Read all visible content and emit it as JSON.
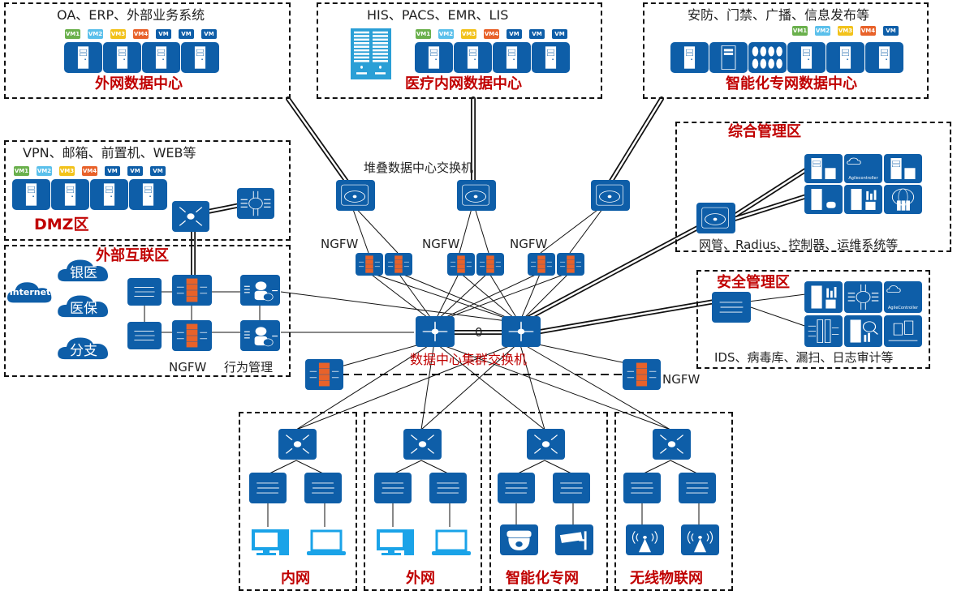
{
  "title": "医院网络整体架构拓扑",
  "colors": {
    "device_blue": "#0e5ea8",
    "zone_label_red": "#c00000",
    "firewall_orange": "#e8622a",
    "vm1": "#6ab04c",
    "vm2": "#5bc0eb",
    "vm3": "#f2c21b",
    "vm4": "#e8622a",
    "vm": "#0e5ea8",
    "endpoint_cyan": "#1aa3e8"
  },
  "zones": {
    "external_dc": {
      "title": "外网数据中心",
      "subtitle": "OA、ERP、外部业务系统",
      "vms": [
        "VM1",
        "VM2",
        "VM3",
        "VM4",
        "VM",
        "VM",
        "VM"
      ],
      "server_icons": [
        "server-icon",
        "server-icon",
        "server-icon",
        "server-icon"
      ]
    },
    "medical_dc": {
      "title": "医疗内网数据中心",
      "subtitle": "HIS、PACS、EMR、LIS",
      "vms": [
        "VM1",
        "VM2",
        "VM3",
        "VM4",
        "VM",
        "VM",
        "VM"
      ],
      "server_icons": [
        "storage-rack-icon",
        "server-icon",
        "server-icon",
        "server-icon",
        "server-icon"
      ]
    },
    "smart_dc": {
      "title": "智能化专网数据中心",
      "subtitle": "安防、门禁、广播、信息发布等",
      "vms": [
        "VM1",
        "VM2",
        "VM3",
        "VM4",
        "VM"
      ],
      "server_icons": [
        "server-icon",
        "tower-server-icon",
        "disk-array-icon",
        "server-icon",
        "server-icon",
        "server-icon"
      ]
    },
    "dmz": {
      "title": "DMZ区",
      "subtitle": "VPN、邮箱、前置机、WEB等",
      "vms": [
        "VM1",
        "VM2",
        "VM3",
        "VM4",
        "VM",
        "VM",
        "VM"
      ]
    },
    "external_interconnect": {
      "title": "外部互联区",
      "clouds": [
        "Internet",
        "银医",
        "医保",
        "分支"
      ],
      "ngfw_label": "NGFW",
      "behavior_label": "行为管理"
    },
    "integrated_mgmt": {
      "title": "综合管理区",
      "caption": "网管、Radius、控制器、运维系统等",
      "agile_label": "Agilecontroller"
    },
    "security_mgmt": {
      "title": "安全管理区",
      "caption": "IDS、病毒库、漏扫、日志审计等",
      "agile_label": "AgileController"
    },
    "access": [
      {
        "title": "内网",
        "endpoints": [
          "desktop-pc-icon",
          "laptop-icon"
        ]
      },
      {
        "title": "外网",
        "endpoints": [
          "desktop-pc-icon",
          "laptop-icon"
        ]
      },
      {
        "title": "智能化专网",
        "endpoints": [
          "dome-camera-icon",
          "bullet-camera-icon"
        ]
      },
      {
        "title": "无线物联网",
        "endpoints": [
          "wireless-ap-icon",
          "wireless-ap-icon"
        ]
      }
    ]
  },
  "core": {
    "stack_label": "堆叠数据中心交换机",
    "ngfw_labels": [
      "NGFW",
      "NGFW",
      "NGFW"
    ],
    "cluster_label": "数据中心集群交换机",
    "cluster_link_label": "0",
    "edge_ngfw_label": "NGFW"
  }
}
